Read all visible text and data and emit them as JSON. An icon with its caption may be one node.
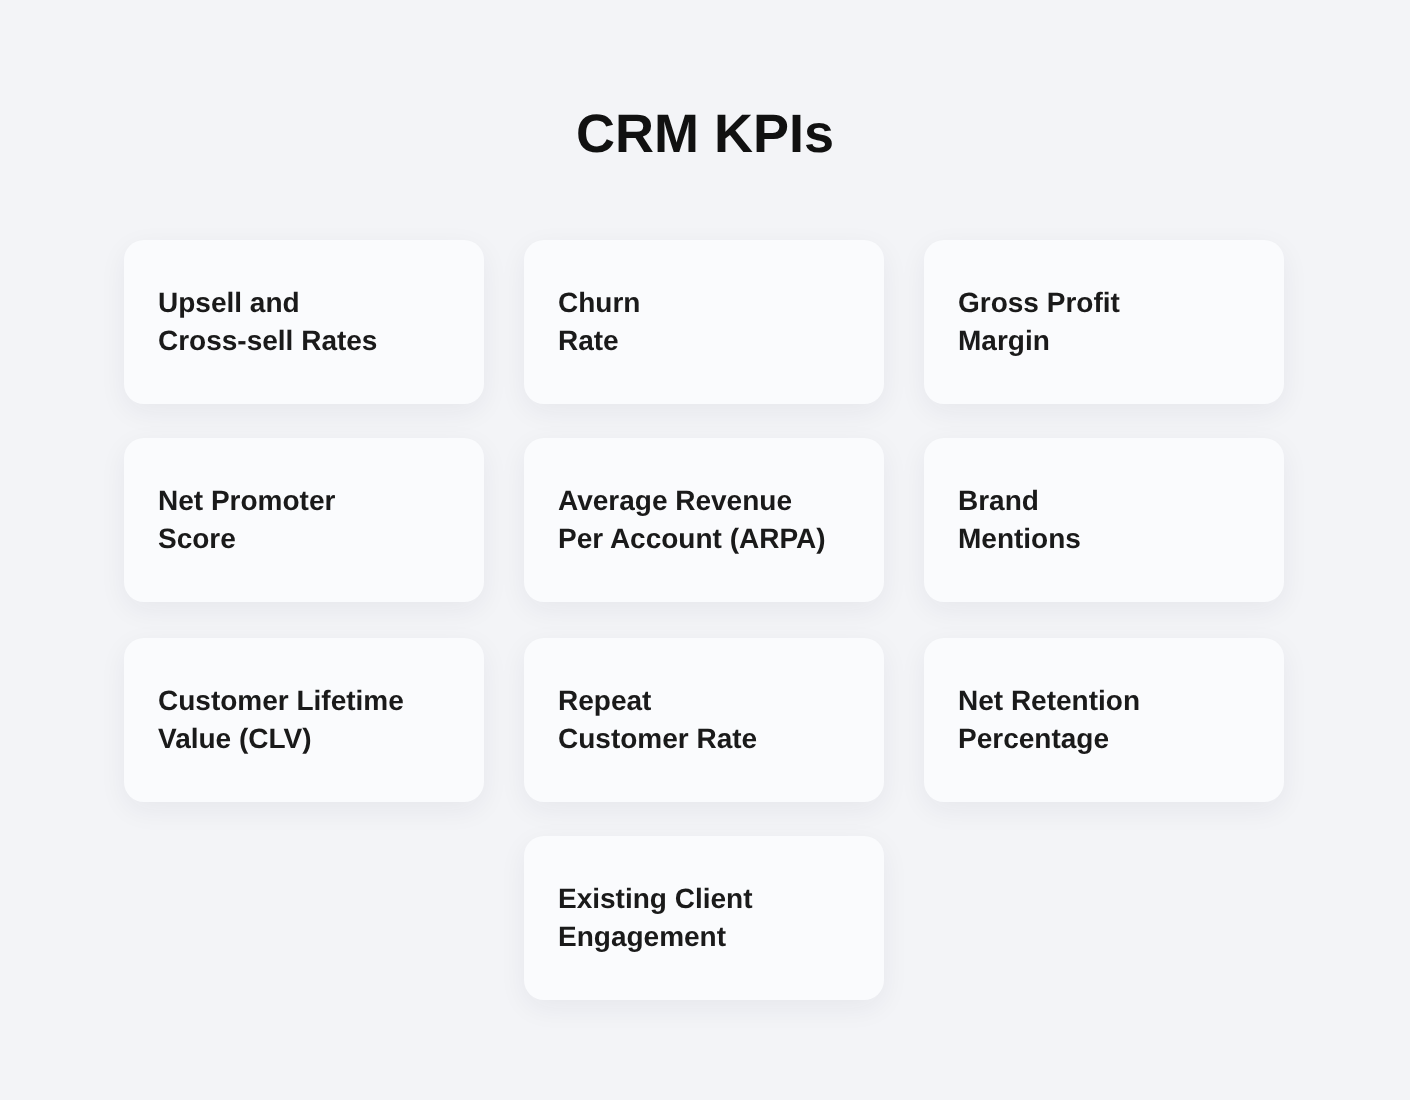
{
  "diagram": {
    "title": "CRM KPIs",
    "nodes": [
      {
        "text": [
          "Upsell and Cross-sell Rates"
        ]
      },
      {
        "text": [
          "Churn Rate"
        ]
      },
      {
        "text": [
          "Gross Profit Margin"
        ]
      },
      {
        "text": [
          "Net Promoter Score"
        ]
      },
      {
        "text": [
          "Average Revenue Per Account (ARPA)"
        ]
      },
      {
        "text": [
          "Brand Mentions"
        ]
      },
      {
        "text": [
          "Customer Lifetime Value (CLV)"
        ]
      },
      {
        "text": [
          "Repeat Customer Rate"
        ]
      },
      {
        "text": [
          "Net Retention Percentage"
        ]
      },
      {
        "text": [
          "Existing Client Engagement"
        ]
      }
    ]
  }
}
